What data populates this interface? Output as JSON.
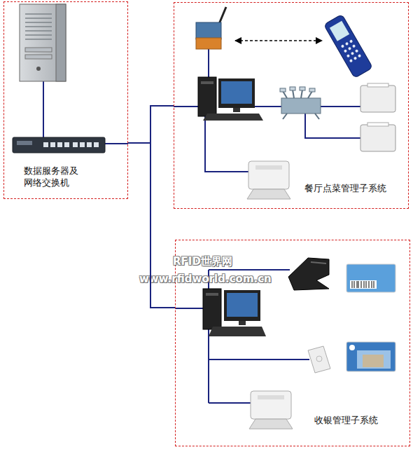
{
  "diagram": {
    "nodes": [
      {
        "text": [
          "数据服务器及网络交换机"
        ]
      },
      {
        "text": [
          "餐厅点菜管理子系统"
        ]
      },
      {
        "text": [
          "收银管理子系统"
        ]
      }
    ],
    "edges": [
      {
        "from": 0,
        "to": 1,
        "arrow": "none"
      },
      {
        "from": 0,
        "to": 2,
        "arrow": "none"
      }
    ],
    "labels": [
      "RFID世界网",
      "www.rfidworld.com.cn"
    ]
  }
}
